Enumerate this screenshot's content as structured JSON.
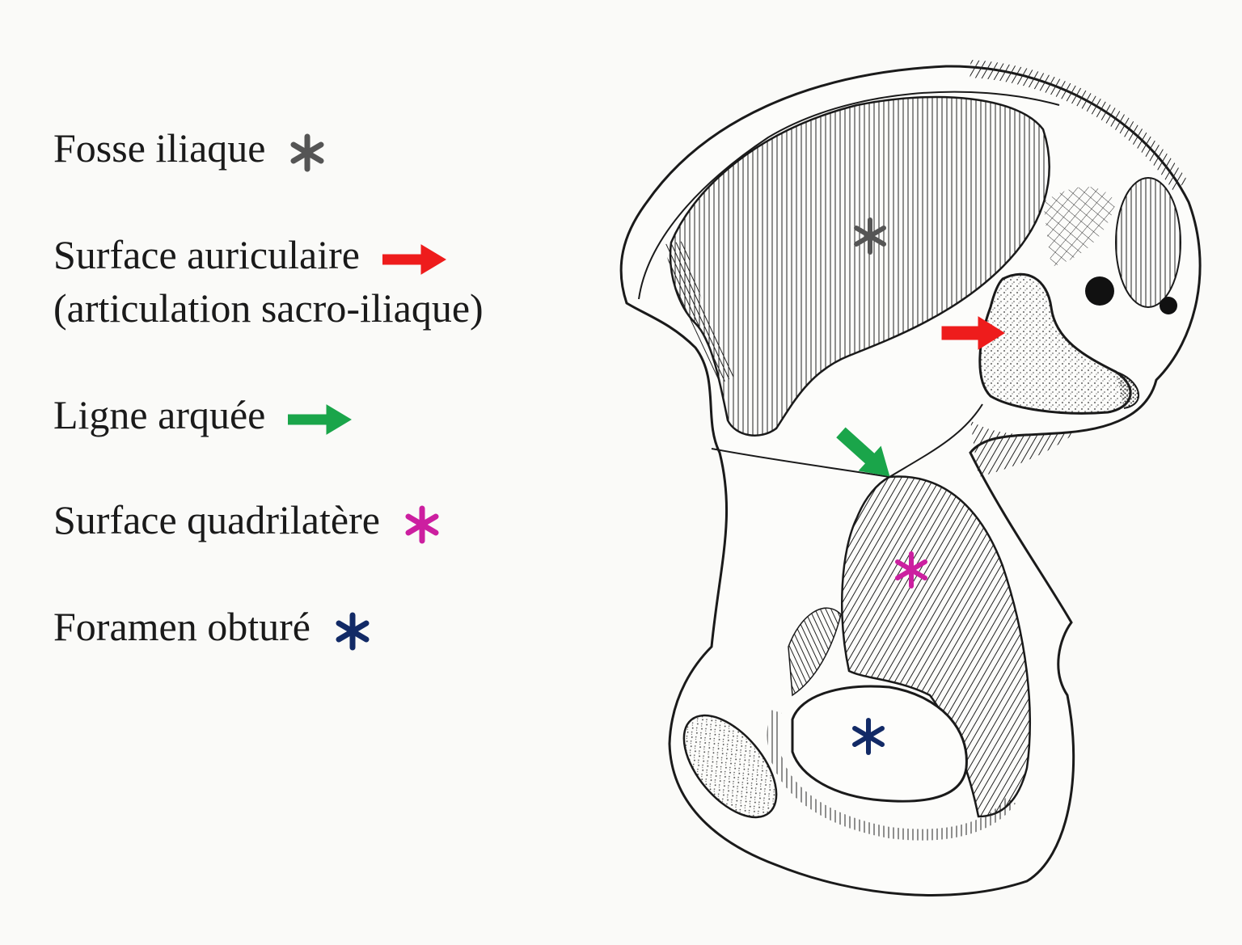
{
  "legend": [
    {
      "label": "Fosse iliaque",
      "marker": "asterisk",
      "color": "#555555"
    },
    {
      "label": "Surface auriculaire",
      "label2": "(articulation sacro-iliaque)",
      "marker": "arrow",
      "color": "#ee1c1c"
    },
    {
      "label": "Ligne arquée",
      "marker": "arrow",
      "color": "#1aa54a"
    },
    {
      "label": "Surface quadrilatère",
      "marker": "asterisk",
      "color": "#cc1fa0"
    },
    {
      "label": "Foramen obturé",
      "marker": "asterisk",
      "color": "#122a66"
    }
  ],
  "icons": {
    "fosse": "asterisk-icon",
    "auricular": "arrow-right-icon",
    "arcuate": "arrow-right-icon",
    "quadrilateral": "asterisk-icon",
    "obturator": "asterisk-icon"
  },
  "colors": {
    "line": "#1a1a1a",
    "background": "#fafaf8"
  }
}
